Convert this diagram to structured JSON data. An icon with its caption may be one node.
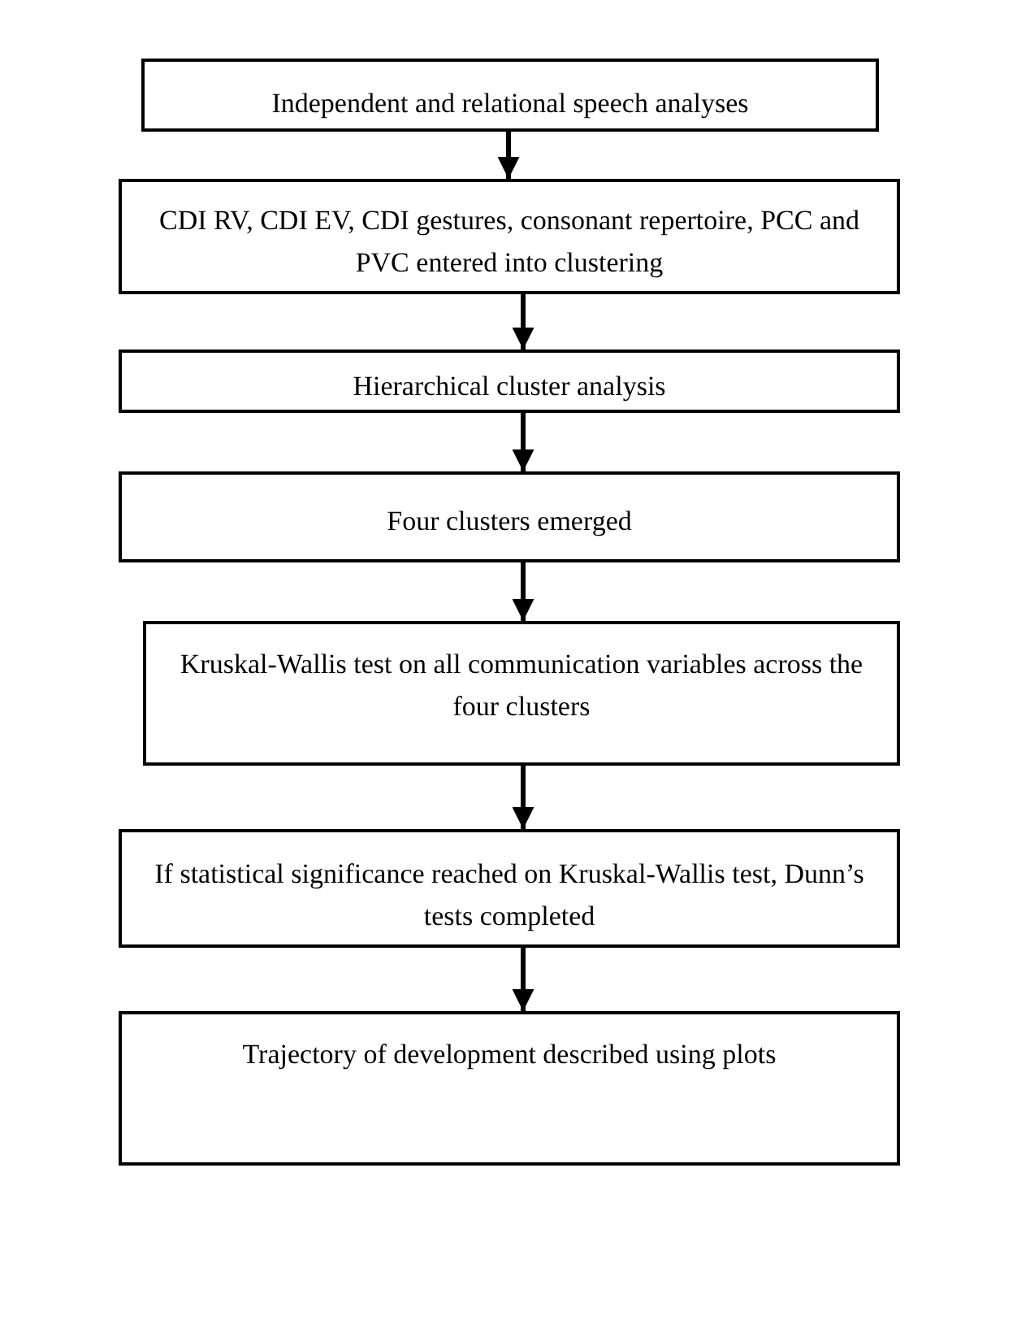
{
  "diagram": {
    "nodes": [
      {
        "text": [
          "Independent and relational speech analyses"
        ]
      },
      {
        "text": [
          "CDI RV, CDI EV, CDI gestures, consonant repertoire, PCC and PVC entered into clustering"
        ]
      },
      {
        "text": [
          "Hierarchical cluster analysis"
        ]
      },
      {
        "text": [
          "Four clusters emerged"
        ]
      },
      {
        "text": [
          "Kruskal-Wallis test on all communication variables across the four clusters"
        ]
      },
      {
        "text": [
          "If statistical significance reached on Kruskal-Wallis test, Dunn’s tests completed"
        ]
      },
      {
        "text": [
          "Trajectory of development described using plots"
        ]
      }
    ],
    "edges": [
      {
        "from": 0,
        "to": 1,
        "arrow": "to"
      },
      {
        "from": 1,
        "to": 2,
        "arrow": "to"
      },
      {
        "from": 2,
        "to": 3,
        "arrow": "to"
      },
      {
        "from": 3,
        "to": 4,
        "arrow": "to"
      },
      {
        "from": 4,
        "to": 5,
        "arrow": "to"
      },
      {
        "from": 5,
        "to": 6,
        "arrow": "to"
      }
    ]
  }
}
